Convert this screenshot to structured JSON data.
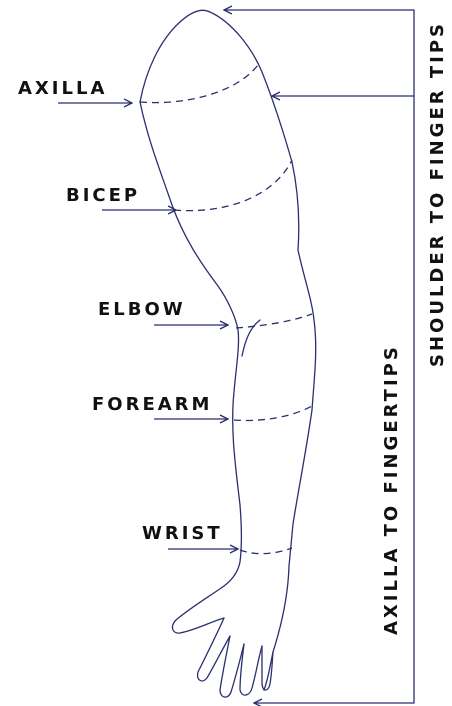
{
  "labels": {
    "axilla": "AXILLA",
    "bicep": "BICEP",
    "elbow": "ELBOW",
    "forearm": "FOREARM",
    "wrist": "WRIST"
  },
  "measurements": {
    "shoulder_to_finger_tips": "SHOULDER TO FINGER TIPS",
    "axilla_to_fingertips": "AXILLA TO FINGERTIPS"
  },
  "colors": {
    "line": "#2a2f6e",
    "text": "#111111",
    "background": "#ffffff"
  }
}
